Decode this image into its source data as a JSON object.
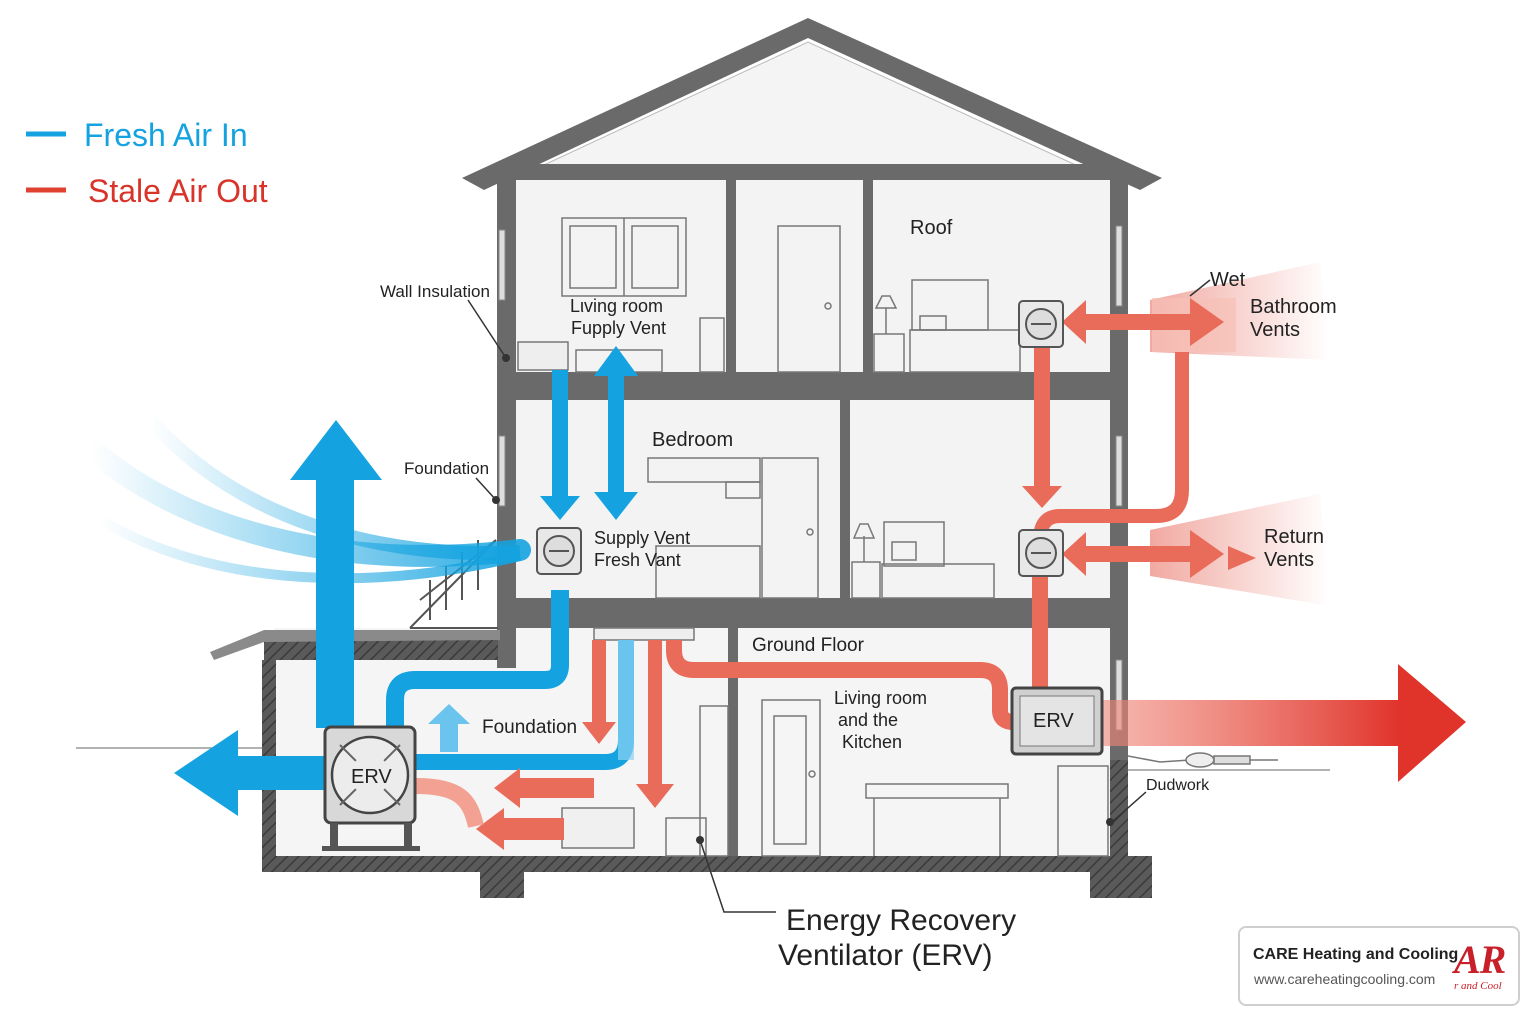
{
  "legend": {
    "fresh_label": "Fresh Air In",
    "stale_label": "Stale Air Out",
    "fresh_color": "#14a3e0",
    "stale_color": "#e0402f"
  },
  "labels": {
    "wall_insulation": "Wall Insulation",
    "foundation_upper": "Foundation",
    "living_supply_1": "Lιving room",
    "living_supply_2": "Fupply Vent",
    "roof": "Roof",
    "wet": "Wet",
    "bathroom_1": "Bathroom",
    "bathroom_2": "Vents",
    "bedroom": "Bedroom",
    "supply_vent_1": "Supply Vent",
    "supply_vent_2": "Fresh Vant",
    "return_1": "Return",
    "return_2": "Vents",
    "ground_floor": "Ground Floor",
    "foundation_lower": "Foundation",
    "living_kitchen_1": "Living room",
    "living_kitchen_2": "and the",
    "living_kitchen_3": "Kitchen",
    "erv_basement": "ERV",
    "erv_right": "ERV",
    "ductwork": "Dudwork",
    "erv_title_1": "Energy Recovery",
    "erv_title_2": "Ventilator (ERV)"
  },
  "badge": {
    "name": "CARE Heating and Cooling",
    "url": "www.careheatingcooling.com",
    "logo": "AR",
    "logo_sub": "r and Cool"
  }
}
